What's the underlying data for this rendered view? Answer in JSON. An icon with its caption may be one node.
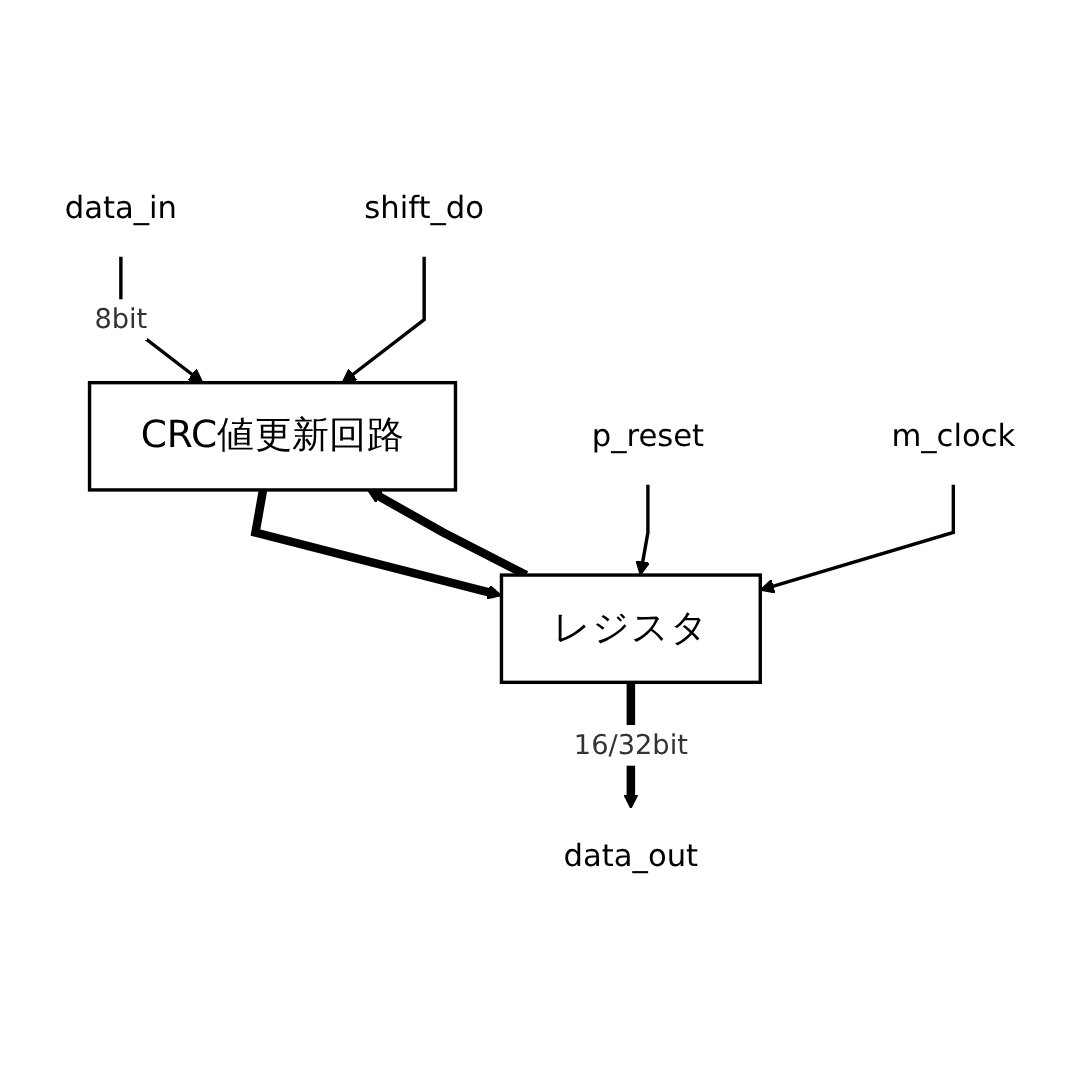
{
  "diagram": {
    "nodes": [
      {
        "text": [
          "data_in"
        ]
      },
      {
        "text": [
          "shift_do"
        ]
      },
      {
        "text": [
          "CRC値更新回路"
        ]
      },
      {
        "text": [
          "p_reset"
        ]
      },
      {
        "text": [
          "m_clock"
        ]
      },
      {
        "text": [
          "レジスタ"
        ]
      },
      {
        "text": [
          "data_out"
        ]
      }
    ],
    "edges": [
      {
        "from": 0,
        "to": 2,
        "arrow": "to",
        "label": "8bit"
      },
      {
        "from": 1,
        "to": 2,
        "arrow": "to"
      },
      {
        "from": 2,
        "to": 5,
        "arrow": "to",
        "style": "thick"
      },
      {
        "from": 3,
        "to": 5,
        "arrow": "to"
      },
      {
        "from": 4,
        "to": 5,
        "arrow": "to"
      },
      {
        "from": 5,
        "to": 2,
        "arrow": "to",
        "style": "thick"
      },
      {
        "from": 5,
        "to": 6,
        "arrow": "to",
        "style": "thick",
        "label": "16/32bit"
      }
    ]
  }
}
